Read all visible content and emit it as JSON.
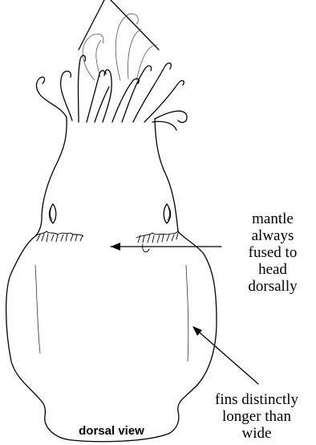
{
  "labels": {
    "mantle": [
      "mantle",
      "always",
      "fused to",
      "head",
      "dorsally"
    ],
    "fins": [
      "fins distinctly",
      "longer than",
      "wide"
    ]
  },
  "caption": "dorsal view",
  "colors": {
    "ink": "#000000",
    "background": "#ffffff"
  }
}
